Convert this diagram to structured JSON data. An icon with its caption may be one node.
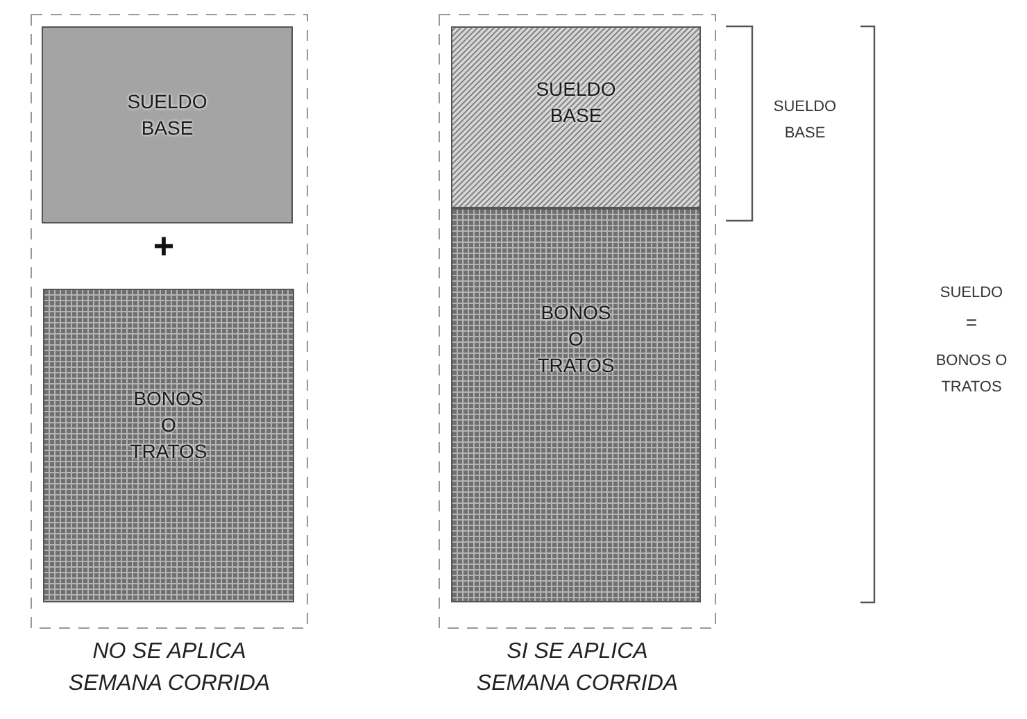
{
  "diagram": {
    "nodes": [
      {
        "text": [],
        "shape": "box",
        "beside": [
          "NO SE APLICA SEMANA CORRIDA"
        ]
      },
      {
        "text": [
          "SUELDO BASE"
        ],
        "in": 0
      },
      {
        "text": [
          "BONOS O TRATOS"
        ],
        "in": 0
      },
      {
        "text": [],
        "shape": "box",
        "beside": [
          "SI SE APLICA SEMANA CORRIDA"
        ]
      },
      {
        "text": [
          "SUELDO BASE"
        ],
        "in": 3
      },
      {
        "text": [
          "BONOS O TRATOS"
        ],
        "in": 3
      }
    ],
    "labels": [
      "+",
      "SUELDO BASE",
      "SUELDO",
      "=",
      "BONOS O TRATOS"
    ]
  }
}
